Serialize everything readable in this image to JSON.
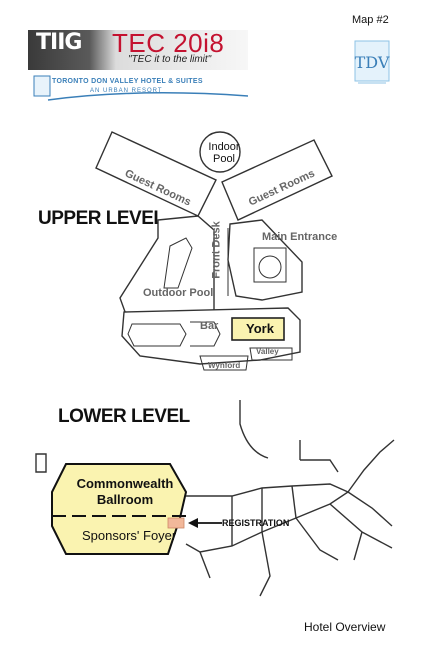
{
  "header": {
    "map_number": "Map #2",
    "conference_logo_text": "TIIG",
    "conference_title": "TEC 20i8",
    "conference_tagline": "\"TEC it to the limit\"",
    "hotel_name": "TORONTO DON VALLEY HOTEL & SUITES",
    "hotel_subtitle": "AN URBAN RESORT",
    "hotel_emblem": "TDV"
  },
  "upper_level": {
    "heading": "UPPER LEVEL",
    "labels": {
      "indoor_pool": "Indoor Pool",
      "guest_rooms_left": "Guest Rooms",
      "guest_rooms_right": "Guest Rooms",
      "main_entrance": "Main Entrance",
      "front_desk": "Front Desk",
      "outdoor_pool": "Outdoor Pool",
      "bar": "Bar",
      "york": "York",
      "valley": "Valley",
      "wynford": "Wynford"
    }
  },
  "lower_level": {
    "heading": "LOWER LEVEL",
    "labels": {
      "ballroom": "Commonwealth Ballroom",
      "foyer": "Sponsors' Foyer",
      "registration": "REGISTRATION"
    }
  },
  "footer": {
    "caption": "Hotel Overview"
  },
  "colors": {
    "highlight_room": "#faf3b0",
    "registration_marker": "#f2b89a",
    "tec_red": "#c41230",
    "hotel_blue": "#3a7fb8",
    "wall": "#333333"
  }
}
